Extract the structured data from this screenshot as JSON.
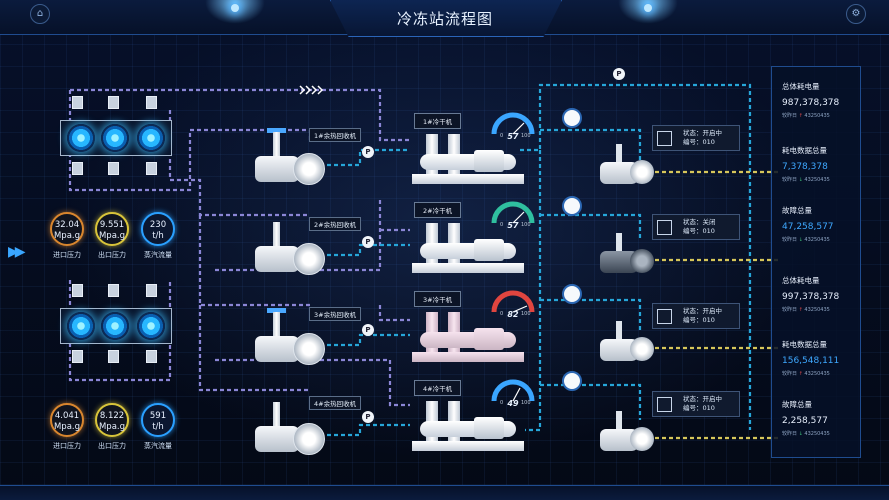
{
  "title": "冷冻站流程图",
  "left_groups": [
    {
      "gauges": [
        {
          "value": "32.04",
          "unit": "Mpa.g",
          "label": "进口压力",
          "style": "orange"
        },
        {
          "value": "9.551",
          "unit": "Mpa.g",
          "label": "出口压力",
          "style": "yellow"
        },
        {
          "value": "230",
          "unit": "t/h",
          "label": "蒸汽流量",
          "style": "blue"
        }
      ]
    },
    {
      "gauges": [
        {
          "value": "4.041",
          "unit": "Mpa.g",
          "label": "进口压力",
          "style": "orange"
        },
        {
          "value": "8.122",
          "unit": "Mpa.g",
          "label": "出口压力",
          "style": "yellow"
        },
        {
          "value": "591",
          "unit": "t/h",
          "label": "蒸汽流量",
          "style": "blue"
        }
      ]
    }
  ],
  "pumps": [
    {
      "label": "1#余热回收机"
    },
    {
      "label": "2#余热回收机"
    },
    {
      "label": "3#余热回收机"
    },
    {
      "label": "4#余热回收机"
    }
  ],
  "chillers": [
    {
      "label": "1#冷干机",
      "dial_value": "57",
      "dial_min": "0",
      "dial_max": "100",
      "color": "#3aa6ff"
    },
    {
      "label": "2#冷干机",
      "dial_value": "57",
      "dial_min": "0",
      "dial_max": "100",
      "color": "#2fbf9f"
    },
    {
      "label": "3#冷干机",
      "dial_value": "82",
      "dial_min": "0",
      "dial_max": "100",
      "color": "#e0453f"
    },
    {
      "label": "4#冷干机",
      "dial_value": "49",
      "dial_min": "0",
      "dial_max": "100",
      "color": "#3aa6ff"
    }
  ],
  "p_symbol": "P",
  "status_cards": [
    {
      "status": "状态：开启中",
      "code": "编号：010"
    },
    {
      "status": "状态：关闭",
      "code": "编号：010"
    },
    {
      "status": "状态：开启中",
      "code": "编号：010"
    },
    {
      "status": "状态：开启中",
      "code": "编号：010"
    }
  ],
  "right_panel": [
    {
      "label": "总体耗电量",
      "value": "987,378,378",
      "sub": "较昨日",
      "sub_value": "43250435",
      "trend": "up",
      "value_color": "white"
    },
    {
      "label": "耗电数据总量",
      "value": "7,378,378",
      "sub": "较昨日",
      "sub_value": "43250435",
      "trend": "down",
      "value_color": "blue"
    },
    {
      "label": "故障总量",
      "value": "47,258,577",
      "sub": "较昨日",
      "sub_value": "43250435",
      "trend": "down",
      "value_color": "blue"
    },
    {
      "label": "总体耗电量",
      "value": "997,378,378",
      "sub": "较昨日",
      "sub_value": "43250435",
      "trend": "up",
      "value_color": "white"
    },
    {
      "label": "耗电数据总量",
      "value": "156,548,111",
      "sub": "较昨日",
      "sub_value": "43250435",
      "trend": "up",
      "value_color": "blue"
    },
    {
      "label": "故障总量",
      "value": "2,258,577",
      "sub": "较昨日",
      "sub_value": "43250435",
      "trend": "down",
      "value_color": "white"
    }
  ],
  "trend_symbols": {
    "up": "↑",
    "down": "↓"
  },
  "colors": {
    "pipe_purple": "#8b86d6",
    "pipe_cyan": "#26a6d9",
    "pipe_yellow": "#d6c65a",
    "accent": "#3aa6ff"
  }
}
